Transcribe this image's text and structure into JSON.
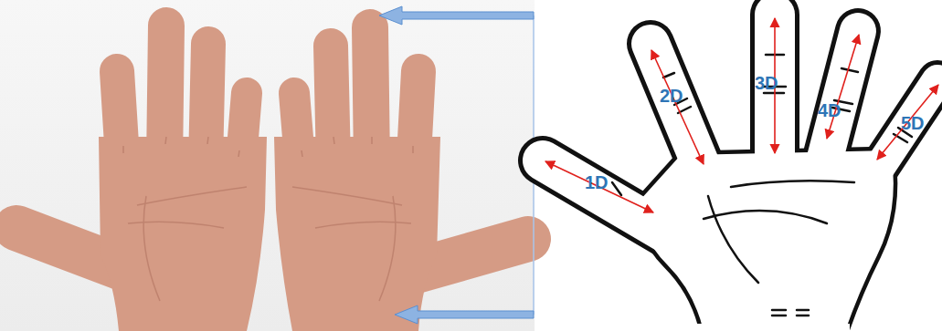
{
  "diagram": {
    "labels": [
      "1D",
      "2D",
      "3D",
      "4D",
      "5D"
    ]
  }
}
